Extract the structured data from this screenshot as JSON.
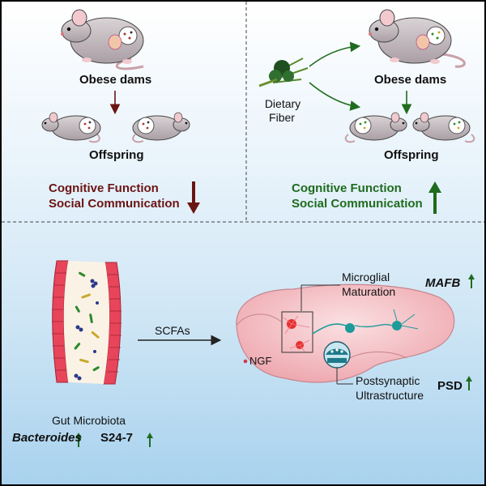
{
  "left_panel": {
    "dams_label": "Obese dams",
    "offspring_label": "Offspring",
    "outcome_line1": "Cognitive Function",
    "outcome_line2": "Social Communication"
  },
  "right_panel": {
    "fiber_line1": "Dietary",
    "fiber_line2": "Fiber",
    "dams_label": "Obese dams",
    "offspring_label": "Offspring",
    "outcome_line1": "Cognitive Function",
    "outcome_line2": "Social Communication"
  },
  "bottom_panel": {
    "scfa_label": "SCFAs",
    "gut_label": "Gut Microbiota",
    "bacteroides_label": "Bacteroides",
    "s24_label": "S24-7",
    "microglia_line1": "Microglial",
    "microglia_line2": "Maturation",
    "mafb_label": "MAFB",
    "ngf_label": "NGF",
    "psd_line1": "Postsynaptic",
    "psd_line2": "Ultrastructure",
    "psd_label": "PSD"
  },
  "colors": {
    "down": "#6b1414",
    "up": "#1f6b1f",
    "gut_wall": "#e8455a",
    "brain": "#f5c4c8"
  }
}
